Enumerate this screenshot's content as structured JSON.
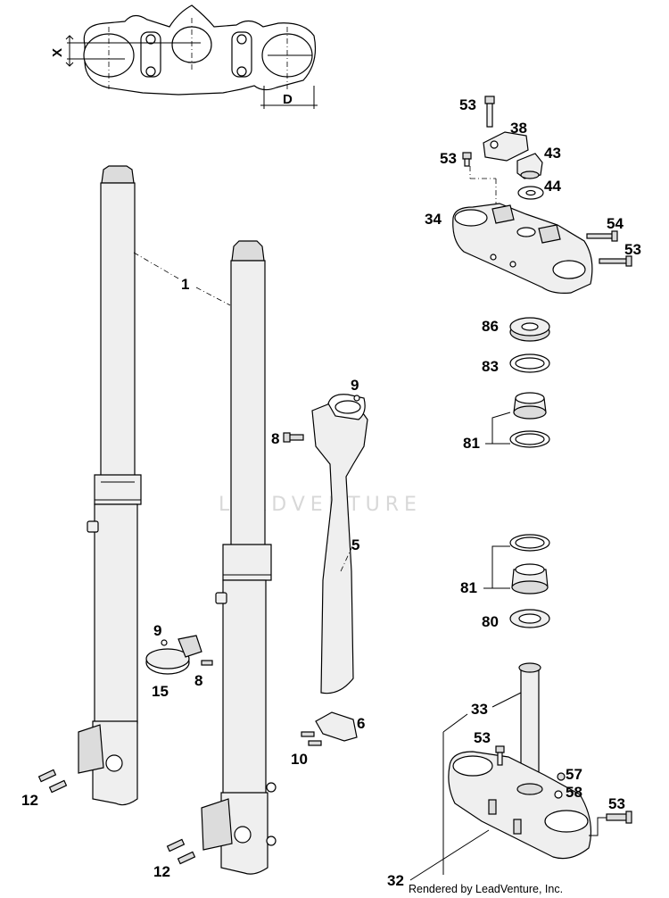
{
  "dimension_labels": {
    "x": "X",
    "d": "D"
  },
  "watermark": "LEADVENTURE",
  "credit": "Rendered by LeadVenture, Inc.",
  "callouts": {
    "c1": "1",
    "c5": "5",
    "c6": "6",
    "c8a": "8",
    "c8b": "8",
    "c9a": "9",
    "c9b": "9",
    "c10": "10",
    "c12a": "12",
    "c12b": "12",
    "c15": "15",
    "c32": "32",
    "c33": "33",
    "c34": "34",
    "c38": "38",
    "c43": "43",
    "c44": "44",
    "c53a": "53",
    "c53b": "53",
    "c53c": "53",
    "c53d": "53",
    "c53e": "53",
    "c54": "54",
    "c57": "57",
    "c58": "58",
    "c80": "80",
    "c81a": "81",
    "c81b": "81",
    "c83": "83",
    "c86": "86"
  }
}
